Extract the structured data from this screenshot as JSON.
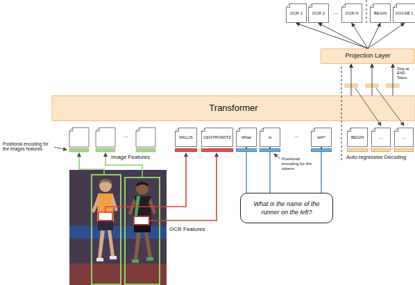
{
  "diagram": {
    "nodes": [
      {
        "text": [
          "OCR 1"
        ]
      },
      {
        "text": [
          "OCR 2"
        ]
      },
      {
        "text": [
          "OCR N"
        ]
      },
      {
        "text": [
          "BEGIN"
        ]
      },
      {
        "text": [
          "VOCAB 1"
        ]
      },
      {
        "text": [
          "Projection Layer"
        ]
      },
      {
        "text": [
          "Transformer"
        ]
      },
      {
        "text": [
          "WILLIS"
        ]
      },
      {
        "text": [
          "CENTROWITZ"
        ]
      },
      {
        "text": [
          "What"
        ]
      },
      {
        "text": [
          "is"
        ]
      },
      {
        "text": [
          "left?"
        ]
      },
      {
        "text": [
          "BEGIN"
        ]
      },
      {
        "text": [
          "..."
        ]
      },
      {
        "text": [
          "..."
        ]
      },
      {
        "text": [
          "What is the name of the runner on the left?"
        ]
      }
    ],
    "edges": [
      {
        "from": 5,
        "to": 0,
        "arrow": "to"
      },
      {
        "from": 5,
        "to": 1,
        "arrow": "to"
      },
      {
        "from": 5,
        "to": 2,
        "arrow": "to"
      },
      {
        "from": 5,
        "to": 3,
        "arrow": "to"
      },
      {
        "from": 5,
        "to": 4,
        "arrow": "to"
      },
      {
        "from": 6,
        "to": 5,
        "arrow": "to"
      },
      {
        "from": 6,
        "to": 5,
        "arrow": "to"
      },
      {
        "from": 6,
        "to": 5,
        "arrow": "to"
      },
      {
        "from": 15,
        "to": 9,
        "arrow": "to"
      },
      {
        "from": 15,
        "to": 10,
        "arrow": "to"
      },
      {
        "from": 15,
        "to": 11,
        "arrow": "to"
      }
    ],
    "labels": [
      "...",
      "Stop at END Token",
      "...",
      "...",
      "Positional encoding for the images features",
      "Image Features",
      "OCR Features",
      "Positional encoding for the tokens",
      "Auto-regressive Decoding"
    ]
  }
}
